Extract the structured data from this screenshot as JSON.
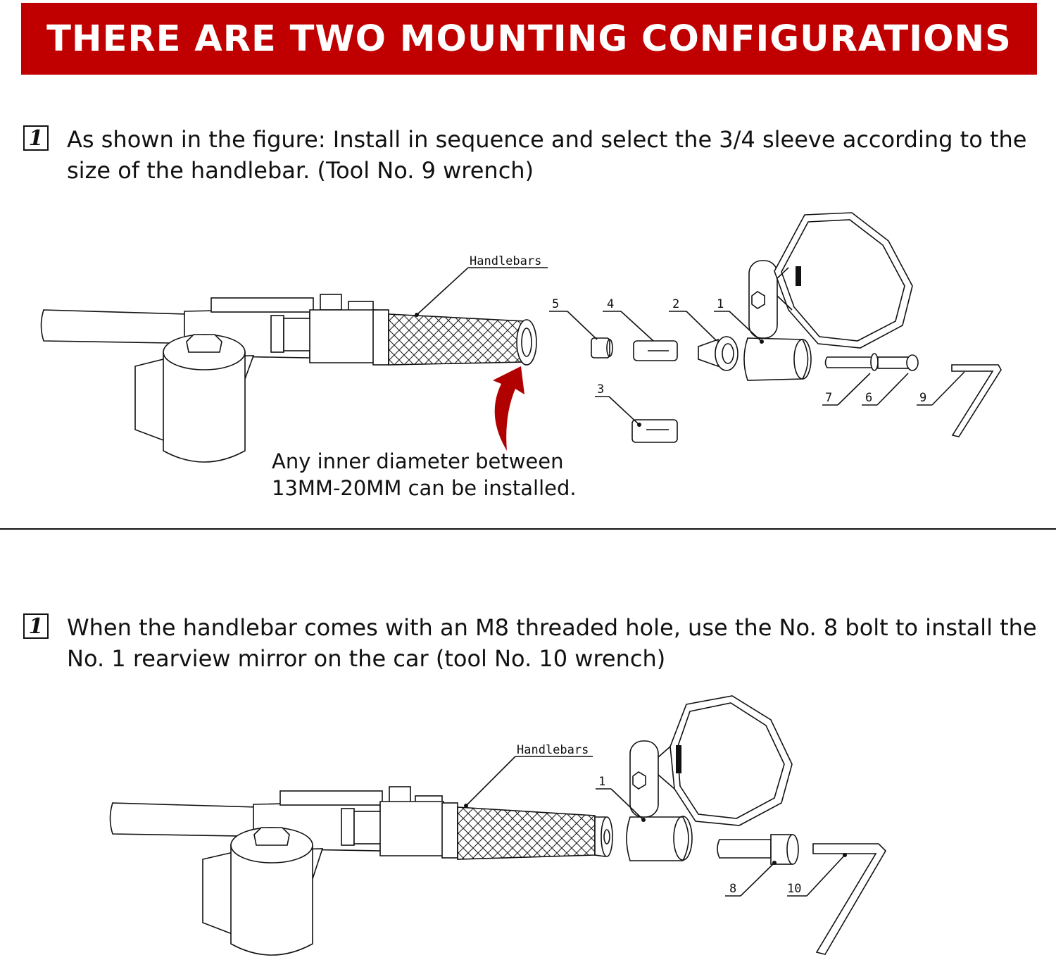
{
  "banner": {
    "title": "THERE ARE TWO MOUNTING CONFIGURATIONS"
  },
  "steps": [
    {
      "number": "1",
      "text": "As shown in the figure: Install in sequence and select the 3/4 sleeve according to the size of the handlebar. (Tool No. 9 wrench)"
    },
    {
      "number": "1",
      "text": "When the handlebar comes with an M8 threaded hole, use the No. 8 bolt to install the No. 1 rearview mirror on the car (tool No. 10 wrench)"
    }
  ],
  "diagram1": {
    "handlebar_label": "Handlebars",
    "note_line1": "Any inner diameter between",
    "note_line2": "13MM-20MM can be installed.",
    "parts": [
      "5",
      "4",
      "2",
      "1",
      "3",
      "7",
      "6",
      "9"
    ]
  },
  "diagram2": {
    "handlebar_label": "Handlebars",
    "parts": [
      "1",
      "8",
      "10"
    ]
  },
  "colors": {
    "banner": "#c00000",
    "arrow": "#b00000",
    "line": "#111111"
  }
}
